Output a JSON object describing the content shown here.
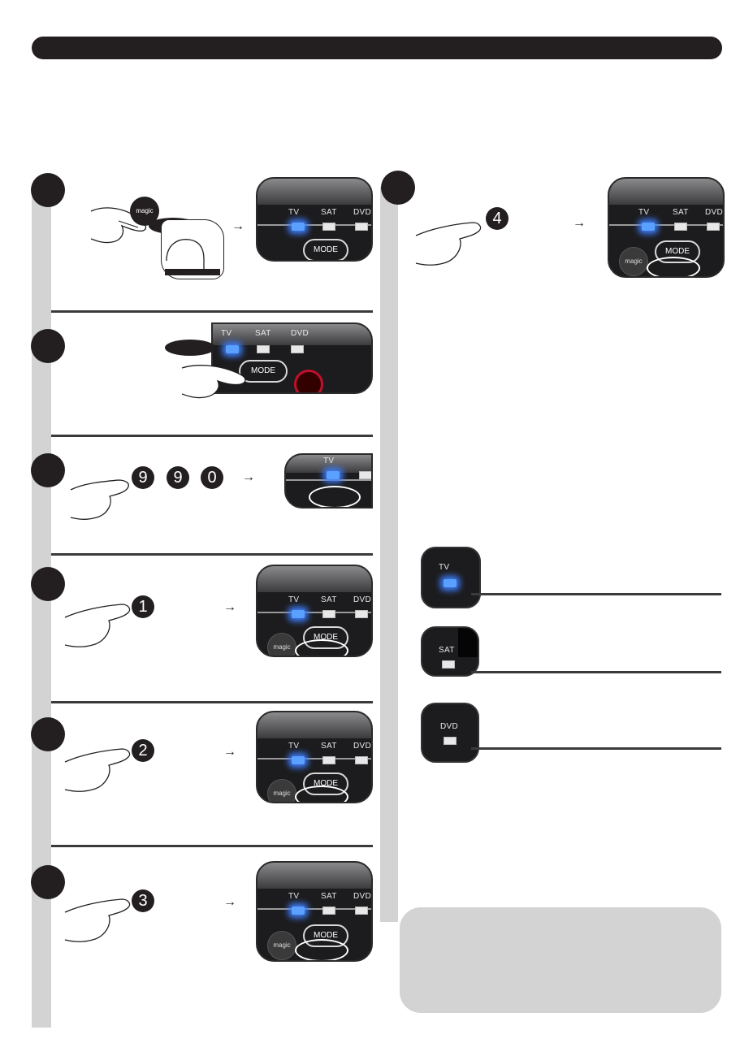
{
  "remote": {
    "tv_label": "TV",
    "sat_label": "SAT",
    "dvd_label": "DVD",
    "mode_label": "MODE",
    "magic_label": "magic"
  },
  "digits": {
    "nine_a": "9",
    "nine_b": "9",
    "zero": "0",
    "one": "1",
    "two": "2",
    "three": "3",
    "four": "4"
  },
  "arrow_symbol": "→",
  "colors": {
    "title_bar": "#231f20",
    "rail": "#d4d3d3",
    "led_blue": "#5aa0ff",
    "power_red": "#c0102a",
    "note_box": "#d4d3d3"
  }
}
